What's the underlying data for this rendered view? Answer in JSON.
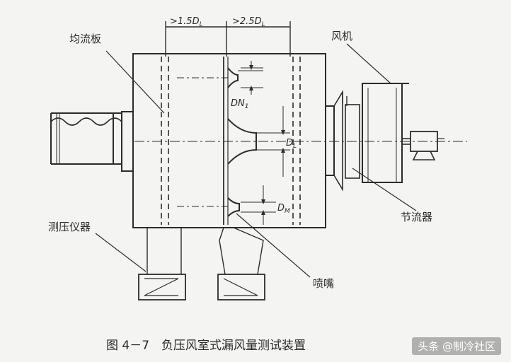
{
  "labels": {
    "diffuser": "均流板",
    "fan": "风机",
    "throttle": "节流器",
    "manometer": "测压仪器",
    "nozzle": "喷嘴",
    "dim_15": ">1.5D",
    "dim_25": ">2.5D",
    "dim_sub": "L",
    "dn": "DN",
    "dn_sub": "1",
    "d_right1": "D",
    "d_right1_sub": "L",
    "d_right2": "D",
    "d_right2_sub": "M"
  },
  "caption": "图 4－7　负压风室式漏风量测试装置",
  "watermark": "头条 @制冷社区",
  "colors": {
    "line": "#2b2b2b",
    "background": "#f4f4f2"
  }
}
